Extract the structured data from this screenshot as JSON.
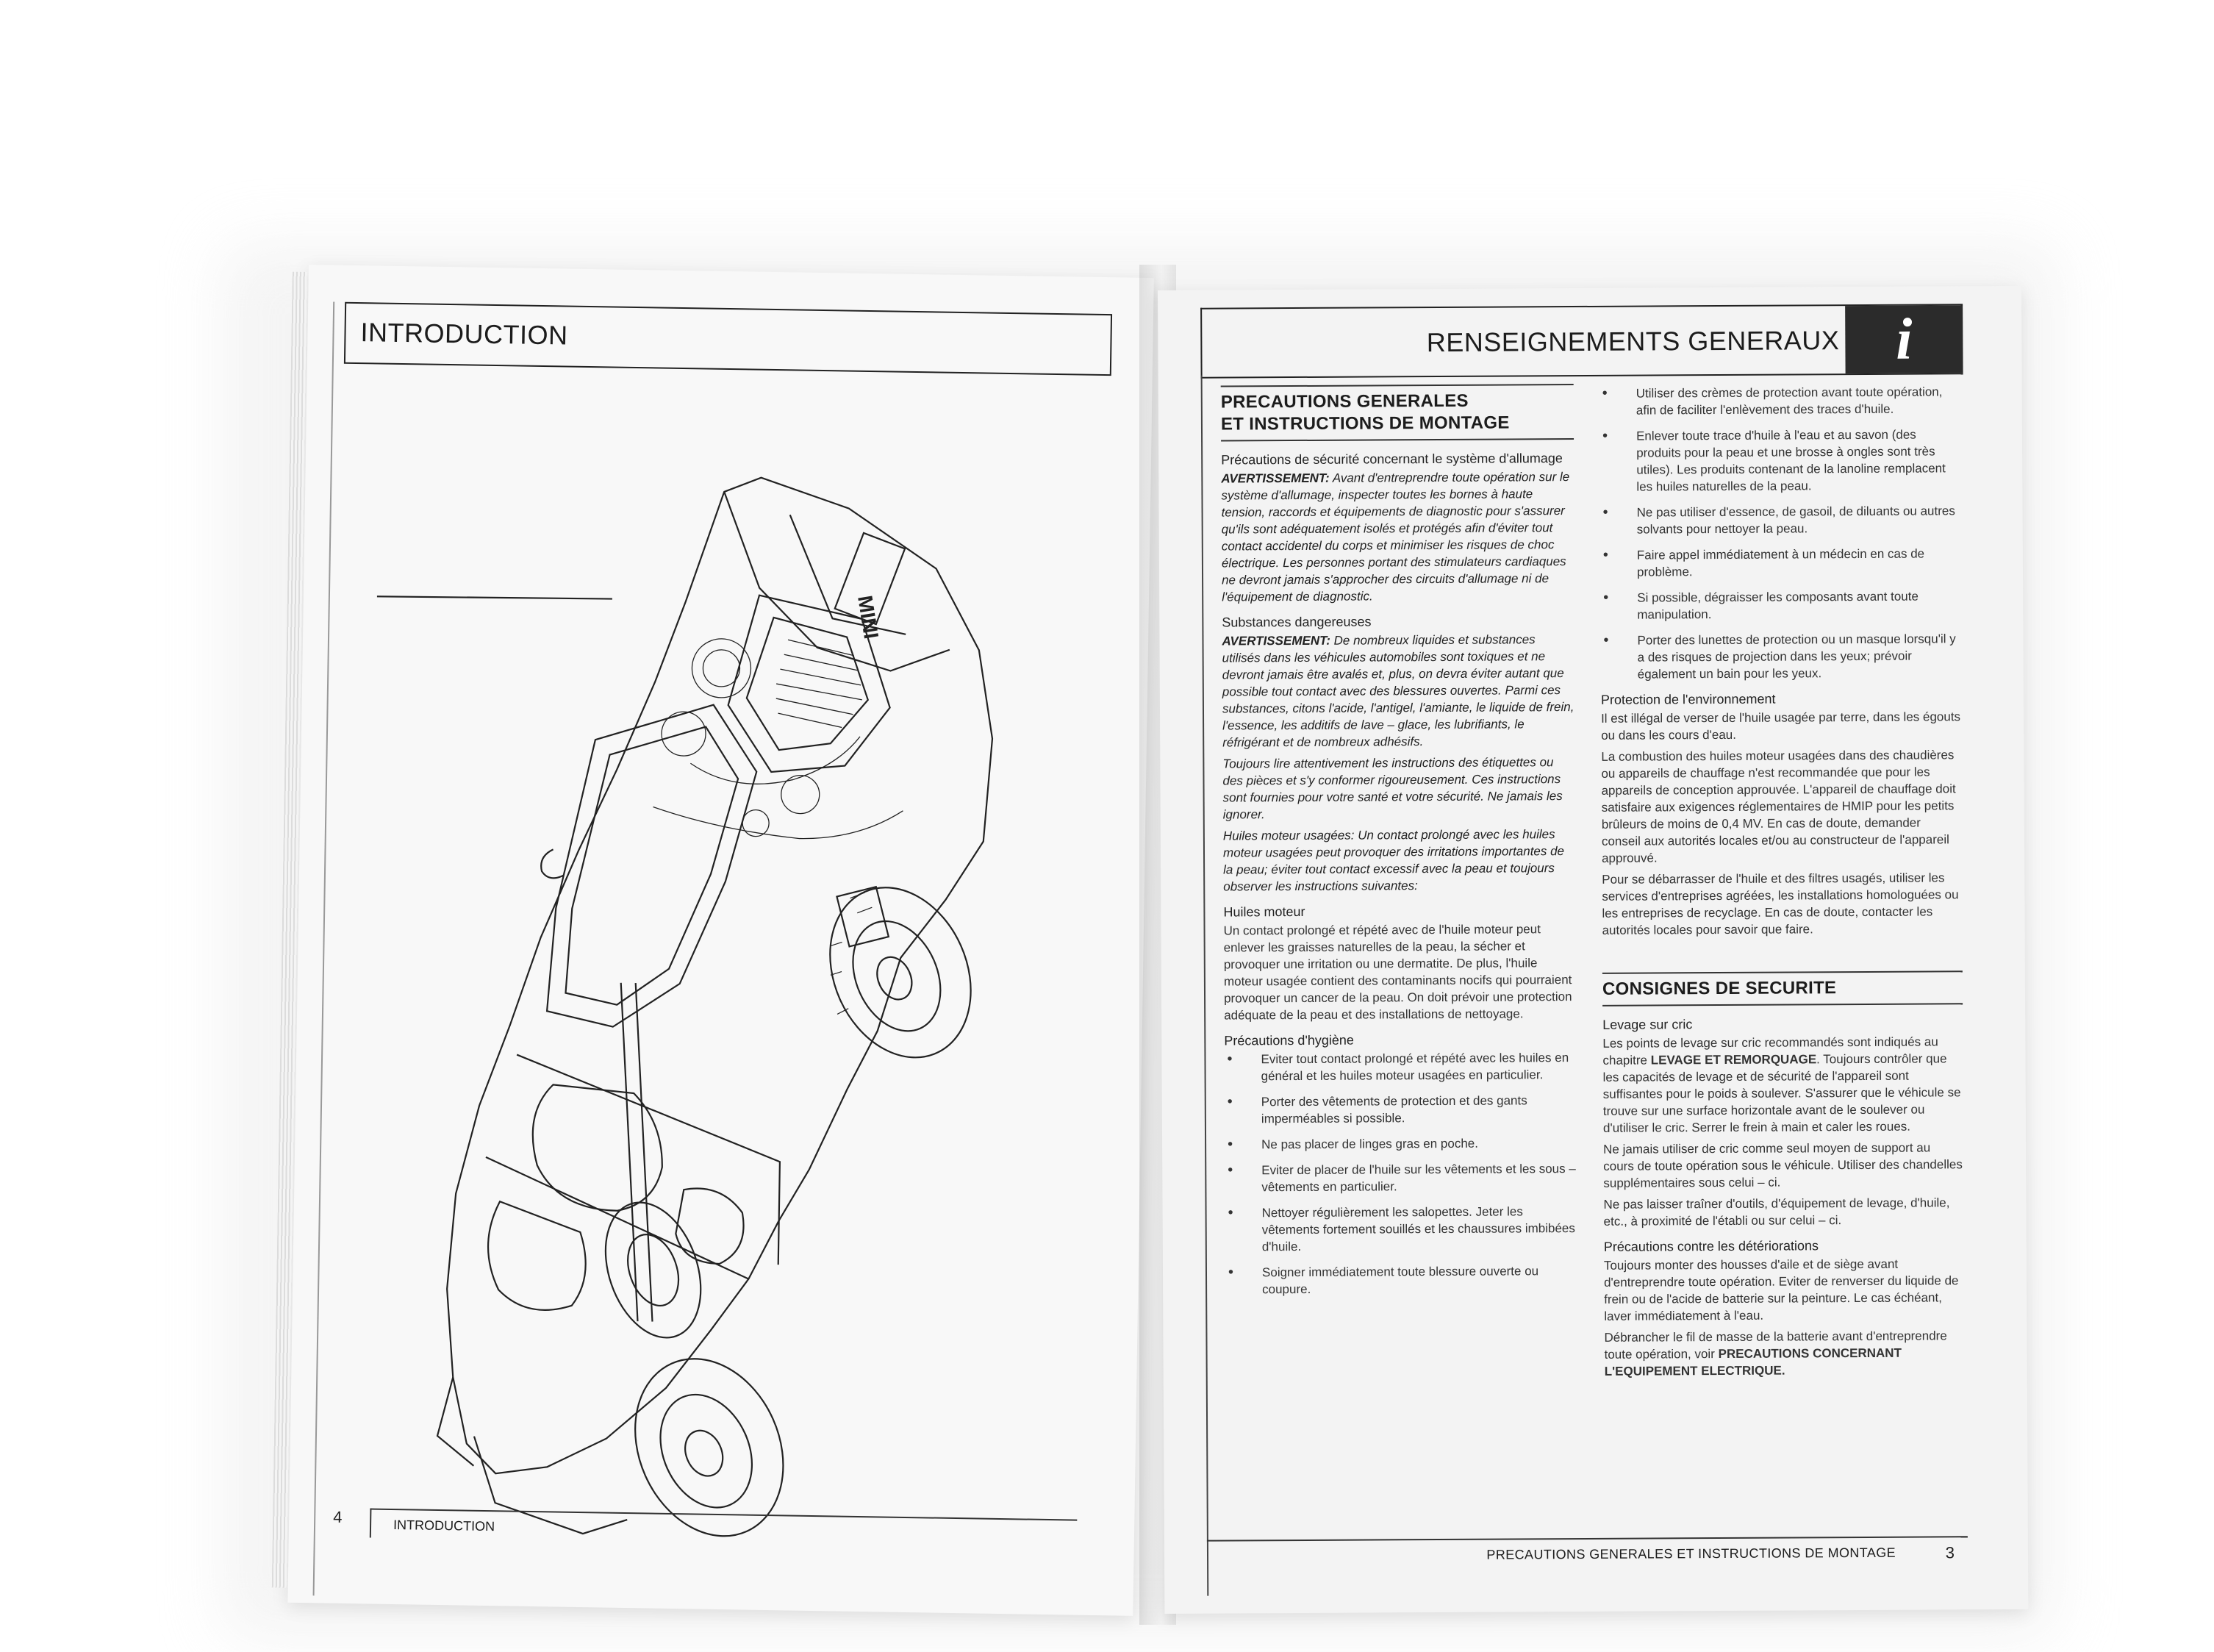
{
  "left_page": {
    "header": "INTRODUCTION",
    "page_number": "4",
    "footer_label": "INTRODUCTION"
  },
  "right_page": {
    "header": "RENSEIGNEMENTS GENERAUX",
    "badge": "i",
    "page_number": "3",
    "footer_label": "PRECAUTIONS GENERALES ET INSTRUCTIONS DE MONTAGE",
    "col_a": {
      "title_line1": "PRECAUTIONS GENERALES",
      "title_line2": "ET INSTRUCTIONS DE MONTAGE",
      "s1_sub": "Précautions de sécurité concernant le système d'allumage",
      "s1_warn_label": "AVERTISSEMENT:",
      "s1_warn": "Avant d'entreprendre toute opération sur le système d'allumage, inspecter toutes les bornes à haute tension, raccords et équipements de diagnostic pour s'assurer qu'ils sont adéquatement isolés et protégés afin d'éviter tout contact accidentel du corps et minimiser les risques de choc électrique. Les personnes portant des stimulateurs cardiaques ne devront jamais s'approcher des circuits d'allumage ni de l'équipement de diagnostic.",
      "s2_sub": "Substances dangereuses",
      "s2_warn_label": "AVERTISSEMENT:",
      "s2_warn": "De nombreux liquides et substances utilisés dans les véhicules automobiles sont toxiques et ne devront jamais être avalés et, plus, on devra éviter autant que possible tout contact avec des blessures ouvertes. Parmi ces substances, citons l'acide, l'antigel, l'amiante, le liquide de frein, l'essence, les additifs de lave – glace, les lubrifiants, le réfrigérant et de nombreux adhésifs.",
      "s2_warn2": "Toujours lire attentivement les instructions des étiquettes ou des pièces et s'y conformer rigoureusement. Ces instructions sont fournies pour votre santé et votre sécurité. Ne jamais les ignorer.",
      "s2_warn3": "Huiles moteur usagées: Un contact prolongé avec les huiles moteur usagées peut provoquer des irritations importantes de la peau; éviter tout contact excessif avec la peau et toujours observer les instructions suivantes:",
      "s3_sub": "Huiles moteur",
      "s3_text": "Un contact prolongé et répété avec de l'huile moteur peut enlever les graisses naturelles de la peau, la sécher et provoquer une irritation ou une dermatite. De plus, l'huile moteur usagée contient des contaminants nocifs qui pourraient provoquer un cancer de la peau. On doit prévoir une protection adéquate de la peau et des installations de nettoyage.",
      "s4_sub": "Précautions d'hygiène",
      "s4_bullets": [
        "Eviter tout contact prolongé et répété avec les huiles en général et les huiles moteur usagées en particulier.",
        "Porter des vêtements de protection et des gants imperméables si possible.",
        "Ne pas placer de linges gras en poche.",
        "Eviter de placer de l'huile sur les vêtements et les sous – vêtements en particulier.",
        "Nettoyer régulièrement les salopettes. Jeter les vêtements fortement souillés et les chaussures imbibées d'huile.",
        "Soigner immédiatement toute blessure ouverte ou coupure."
      ]
    },
    "col_b": {
      "bullets": [
        "Utiliser des crèmes de protection avant toute opération, afin de faciliter l'enlèvement des traces d'huile.",
        "Enlever toute trace d'huile à l'eau et au savon (des produits pour la peau et une brosse à ongles sont très utiles). Les produits contenant de la lanoline remplacent les huiles naturelles de la peau.",
        "Ne pas utiliser d'essence, de gasoil, de diluants ou autres solvants pour nettoyer la peau.",
        "Faire appel immédiatement à un médecin en cas de problème.",
        "Si possible, dégraisser les composants avant toute manipulation.",
        "Porter des lunettes de protection ou un masque lorsqu'il y a des risques de projection dans les yeux; prévoir également un bain pour les yeux."
      ],
      "env_sub": "Protection de l'environnement",
      "env_p1": "Il est illégal de verser de l'huile usagée par terre, dans les égouts ou dans les cours d'eau.",
      "env_p2": "La combustion des huiles moteur usagées dans des chaudières ou appareils de chauffage n'est recommandée que pour les appareils de conception approuvée. L'appareil de chauffage doit satisfaire aux exigences réglementaires de HMIP pour les petits brûleurs de moins de 0,4 MV. En cas de doute, demander conseil aux autorités locales et/ou au constructeur de l'appareil approuvé.",
      "env_p3": "Pour se débarrasser de l'huile et des filtres usagés, utiliser les services d'entreprises agréées, les installations homologuées ou les entreprises de recyclage. En cas de doute, contacter les autorités locales pour savoir que faire.",
      "title2": "CONSIGNES DE SECURITE",
      "lev_sub": "Levage sur cric",
      "lev_p1a": "Les points de levage sur cric recommandés sont indiqués au chapitre",
      "lev_p1b": "LEVAGE ET REMORQUAGE",
      "lev_p1c": ". Toujours contrôler que les capacités de levage et de sécurité de l'appareil sont suffisantes pour le poids à soulever. S'assurer que le véhicule se trouve sur une surface horizontale avant de le soulever ou d'utiliser le cric. Serrer le frein à main et caler les roues.",
      "lev_p2": "Ne jamais utiliser de cric comme seul moyen de support au cours de toute opération sous le véhicule. Utiliser des chandelles supplémentaires sous celui – ci.",
      "lev_p3": "Ne pas laisser traîner d'outils, d'équipement de levage, d'huile, etc., à proximité de l'établi ou sur celui – ci.",
      "det_sub": "Précautions contre les détériorations",
      "det_p1": "Toujours monter des housses d'aile et de siège avant d'entreprendre toute opération. Eviter de renverser du liquide de frein ou de l'acide de batterie sur la peinture. Le cas échéant, laver immédiatement à l'eau.",
      "det_p2a": "Débrancher le fil de masse de la batterie avant d'entreprendre toute opération, voir",
      "det_p2b": "PRECAUTIONS CONCERNANT L'EQUIPEMENT ELECTRIQUE."
    }
  }
}
